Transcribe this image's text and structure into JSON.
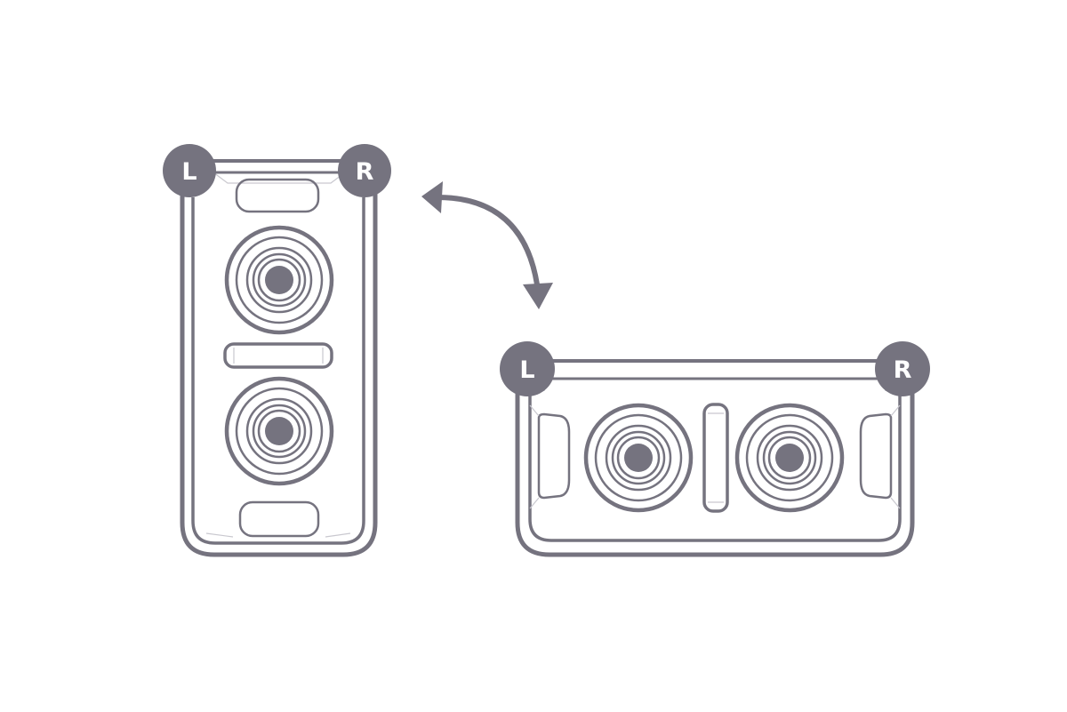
{
  "diagram": {
    "colors": {
      "stroke": "#75737f",
      "background": "#ffffff",
      "badge_text": "#ffffff"
    },
    "vertical_speaker": {
      "left_badge": "L",
      "right_badge": "R"
    },
    "horizontal_speaker": {
      "left_badge": "L",
      "right_badge": "R"
    },
    "rotation_arrow": {
      "icon": "double-headed-curved-arrow-icon"
    }
  }
}
